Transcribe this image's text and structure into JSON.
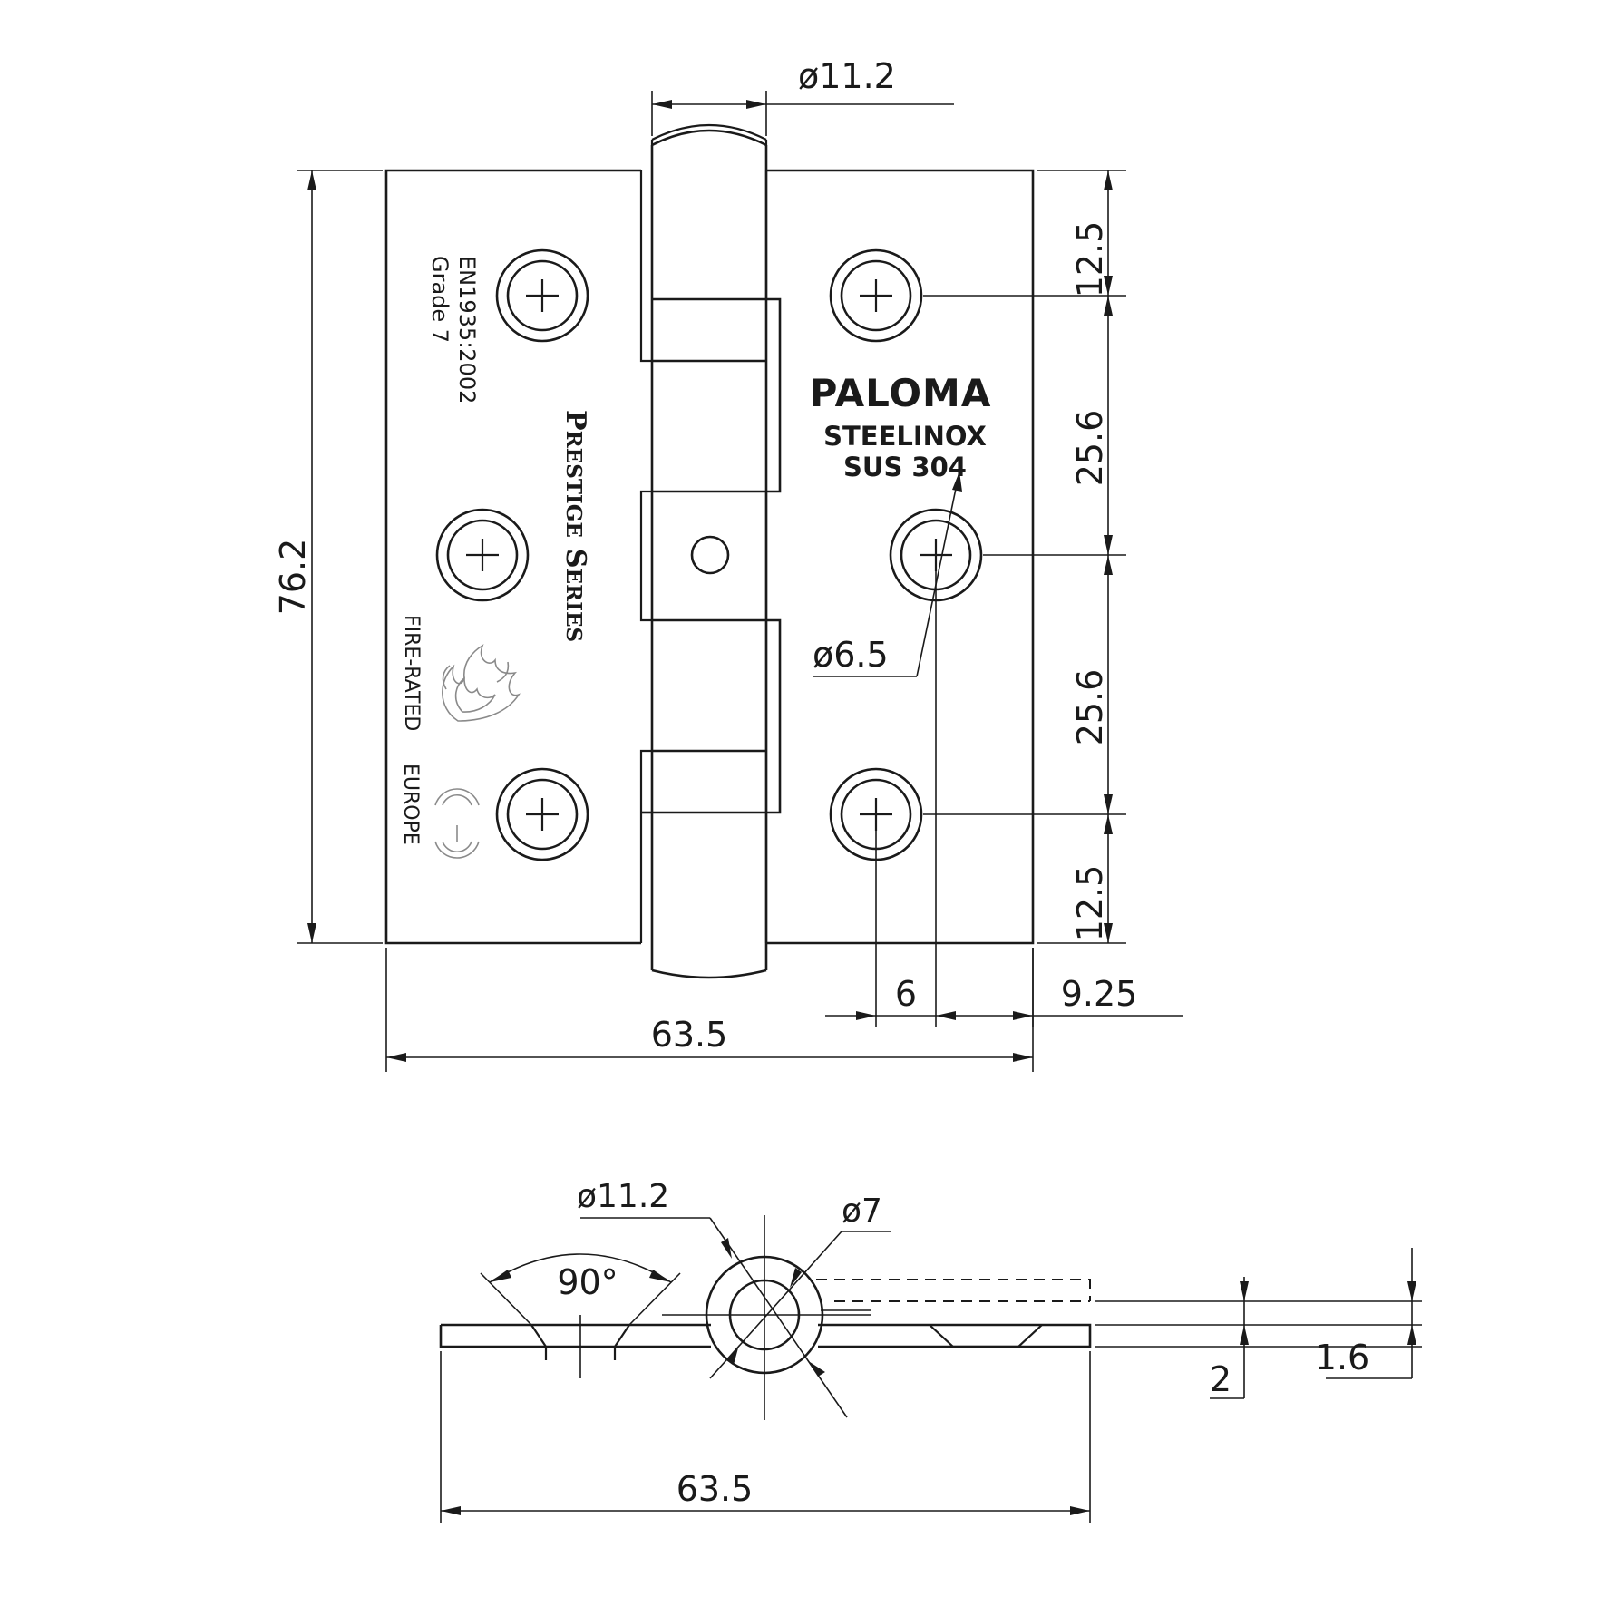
{
  "front_view": {
    "dim_pin_diameter": "ø11.2",
    "dim_height": "76.2",
    "dim_width": "63.5",
    "dim_hole_diameter": "ø6.5",
    "dim_top_margin": "12.5",
    "dim_spacing_upper": "25.6",
    "dim_spacing_lower": "25.6",
    "dim_bottom_margin": "12.5",
    "dim_hole_offset": "6",
    "dim_edge_offset": "9.25"
  },
  "branding": {
    "logo": "PALOMA",
    "material_line1": "STEELINOX",
    "material_line2": "SUS 304",
    "standard_line1": "EN1935:2002",
    "standard_line2": "Grade 7",
    "series_P": "P",
    "series_restige": "RESTIGE",
    "series_S": "S",
    "series_eries": "ERIES",
    "fire_rated": "FIRE-RATED",
    "europe": "EUROPE",
    "ce_mark": "CE"
  },
  "side_view": {
    "dim_angle": "90°",
    "dim_knuckle_diameter": "ø11.2",
    "dim_pin_diameter": "ø7",
    "dim_width": "63.5",
    "dim_leaf_gap": "2",
    "dim_thickness": "1.6"
  }
}
